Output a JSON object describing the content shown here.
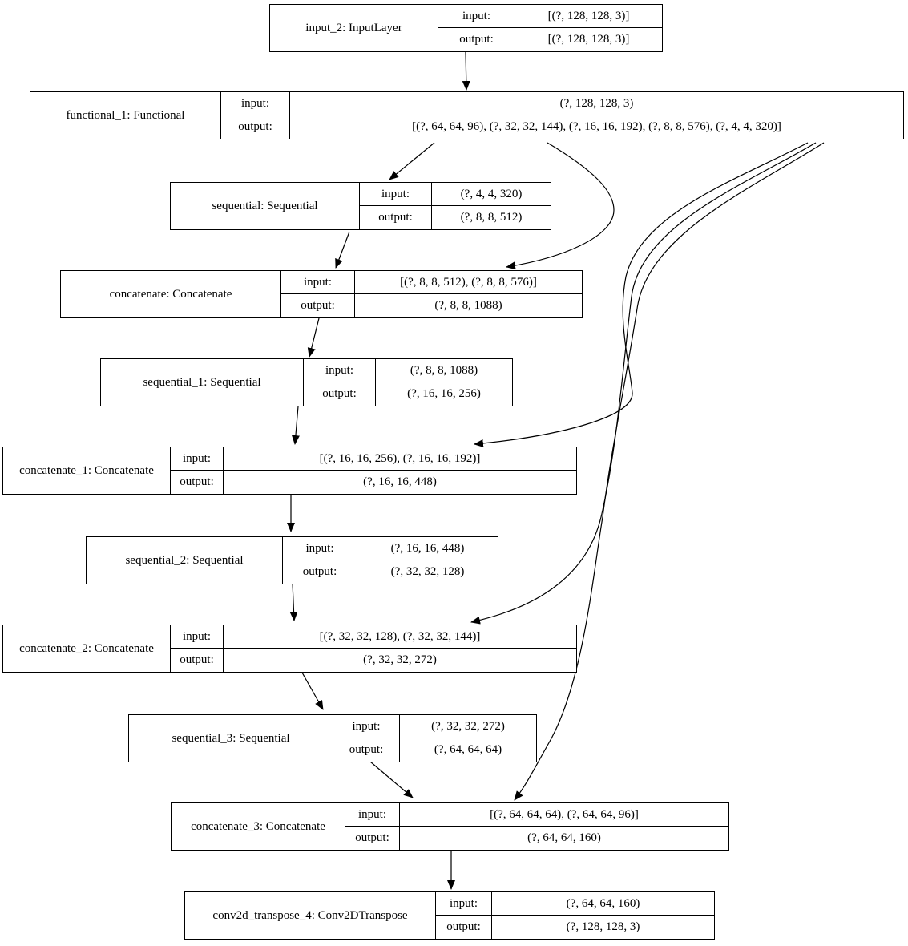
{
  "diagram": {
    "kind": "keras-model-architecture-graph",
    "colors": {
      "ink": "#000000",
      "background": "#ffffff"
    },
    "nodes": [
      {
        "id": "input_2",
        "title": "input_2: InputLayer",
        "rows": [
          {
            "label": "input:",
            "value": "[(?, 128, 128, 3)]"
          },
          {
            "label": "output:",
            "value": "[(?, 128, 128, 3)]"
          }
        ]
      },
      {
        "id": "functional_1",
        "title": "functional_1: Functional",
        "rows": [
          {
            "label": "input:",
            "value": "(?, 128, 128, 3)"
          },
          {
            "label": "output:",
            "value": "[(?, 64, 64, 96), (?, 32, 32, 144), (?, 16, 16, 192), (?, 8, 8, 576), (?, 4, 4, 320)]"
          }
        ]
      },
      {
        "id": "sequential",
        "title": "sequential: Sequential",
        "rows": [
          {
            "label": "input:",
            "value": "(?, 4, 4, 320)"
          },
          {
            "label": "output:",
            "value": "(?, 8, 8, 512)"
          }
        ]
      },
      {
        "id": "concatenate",
        "title": "concatenate: Concatenate",
        "rows": [
          {
            "label": "input:",
            "value": "[(?, 8, 8, 512), (?, 8, 8, 576)]"
          },
          {
            "label": "output:",
            "value": "(?, 8, 8, 1088)"
          }
        ]
      },
      {
        "id": "sequential_1",
        "title": "sequential_1: Sequential",
        "rows": [
          {
            "label": "input:",
            "value": "(?, 8, 8, 1088)"
          },
          {
            "label": "output:",
            "value": "(?, 16, 16, 256)"
          }
        ]
      },
      {
        "id": "concatenate_1",
        "title": "concatenate_1: Concatenate",
        "rows": [
          {
            "label": "input:",
            "value": "[(?, 16, 16, 256), (?, 16, 16, 192)]"
          },
          {
            "label": "output:",
            "value": "(?, 16, 16, 448)"
          }
        ]
      },
      {
        "id": "sequential_2",
        "title": "sequential_2: Sequential",
        "rows": [
          {
            "label": "input:",
            "value": "(?, 16, 16, 448)"
          },
          {
            "label": "output:",
            "value": "(?, 32, 32, 128)"
          }
        ]
      },
      {
        "id": "concatenate_2",
        "title": "concatenate_2: Concatenate",
        "rows": [
          {
            "label": "input:",
            "value": "[(?, 32, 32, 128), (?, 32, 32, 144)]"
          },
          {
            "label": "output:",
            "value": "(?, 32, 32, 272)"
          }
        ]
      },
      {
        "id": "sequential_3",
        "title": "sequential_3: Sequential",
        "rows": [
          {
            "label": "input:",
            "value": "(?, 32, 32, 272)"
          },
          {
            "label": "output:",
            "value": "(?, 64, 64, 64)"
          }
        ]
      },
      {
        "id": "concatenate_3",
        "title": "concatenate_3: Concatenate",
        "rows": [
          {
            "label": "input:",
            "value": "[(?, 64, 64, 64), (?, 64, 64, 96)]"
          },
          {
            "label": "output:",
            "value": "(?, 64, 64, 160)"
          }
        ]
      },
      {
        "id": "conv2d_transpose_4",
        "title": "conv2d_transpose_4: Conv2DTranspose",
        "rows": [
          {
            "label": "input:",
            "value": "(?, 64, 64, 160)"
          },
          {
            "label": "output:",
            "value": "(?, 128, 128, 3)"
          }
        ]
      }
    ],
    "edges": [
      {
        "from": "input_2",
        "to": "functional_1"
      },
      {
        "from": "functional_1",
        "to": "sequential"
      },
      {
        "from": "functional_1",
        "to": "concatenate"
      },
      {
        "from": "functional_1",
        "to": "concatenate_1"
      },
      {
        "from": "functional_1",
        "to": "concatenate_2"
      },
      {
        "from": "functional_1",
        "to": "concatenate_3"
      },
      {
        "from": "sequential",
        "to": "concatenate"
      },
      {
        "from": "concatenate",
        "to": "sequential_1"
      },
      {
        "from": "sequential_1",
        "to": "concatenate_1"
      },
      {
        "from": "concatenate_1",
        "to": "sequential_2"
      },
      {
        "from": "sequential_2",
        "to": "concatenate_2"
      },
      {
        "from": "concatenate_2",
        "to": "sequential_3"
      },
      {
        "from": "sequential_3",
        "to": "concatenate_3"
      },
      {
        "from": "concatenate_3",
        "to": "conv2d_transpose_4"
      }
    ]
  }
}
